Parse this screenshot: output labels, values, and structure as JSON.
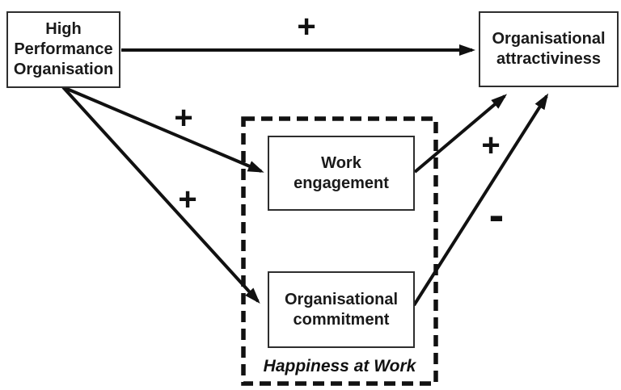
{
  "diagram": {
    "background_color": "#ffffff",
    "line_color": "#111111",
    "nodes": {
      "hpo": {
        "label": "High\nPerformance\nOrganisation"
      },
      "oa": {
        "label": "Organisational\nattractiviness"
      },
      "we": {
        "label": "Work\nengagement"
      },
      "oc": {
        "label": "Organisational\ncommitment"
      }
    },
    "container": {
      "label": "Happiness at Work"
    },
    "edges": [
      {
        "from": "High Performance Organisation",
        "to": "Organisational attractiviness",
        "sign": "+"
      },
      {
        "from": "High Performance Organisation",
        "to": "Work engagement",
        "sign": "+"
      },
      {
        "from": "High Performance Organisation",
        "to": "Organisational commitment",
        "sign": "+"
      },
      {
        "from": "Work engagement",
        "to": "Organisational attractiviness",
        "sign": "+"
      },
      {
        "from": "Organisational commitment",
        "to": "Organisational attractiviness",
        "sign": "-"
      }
    ]
  }
}
